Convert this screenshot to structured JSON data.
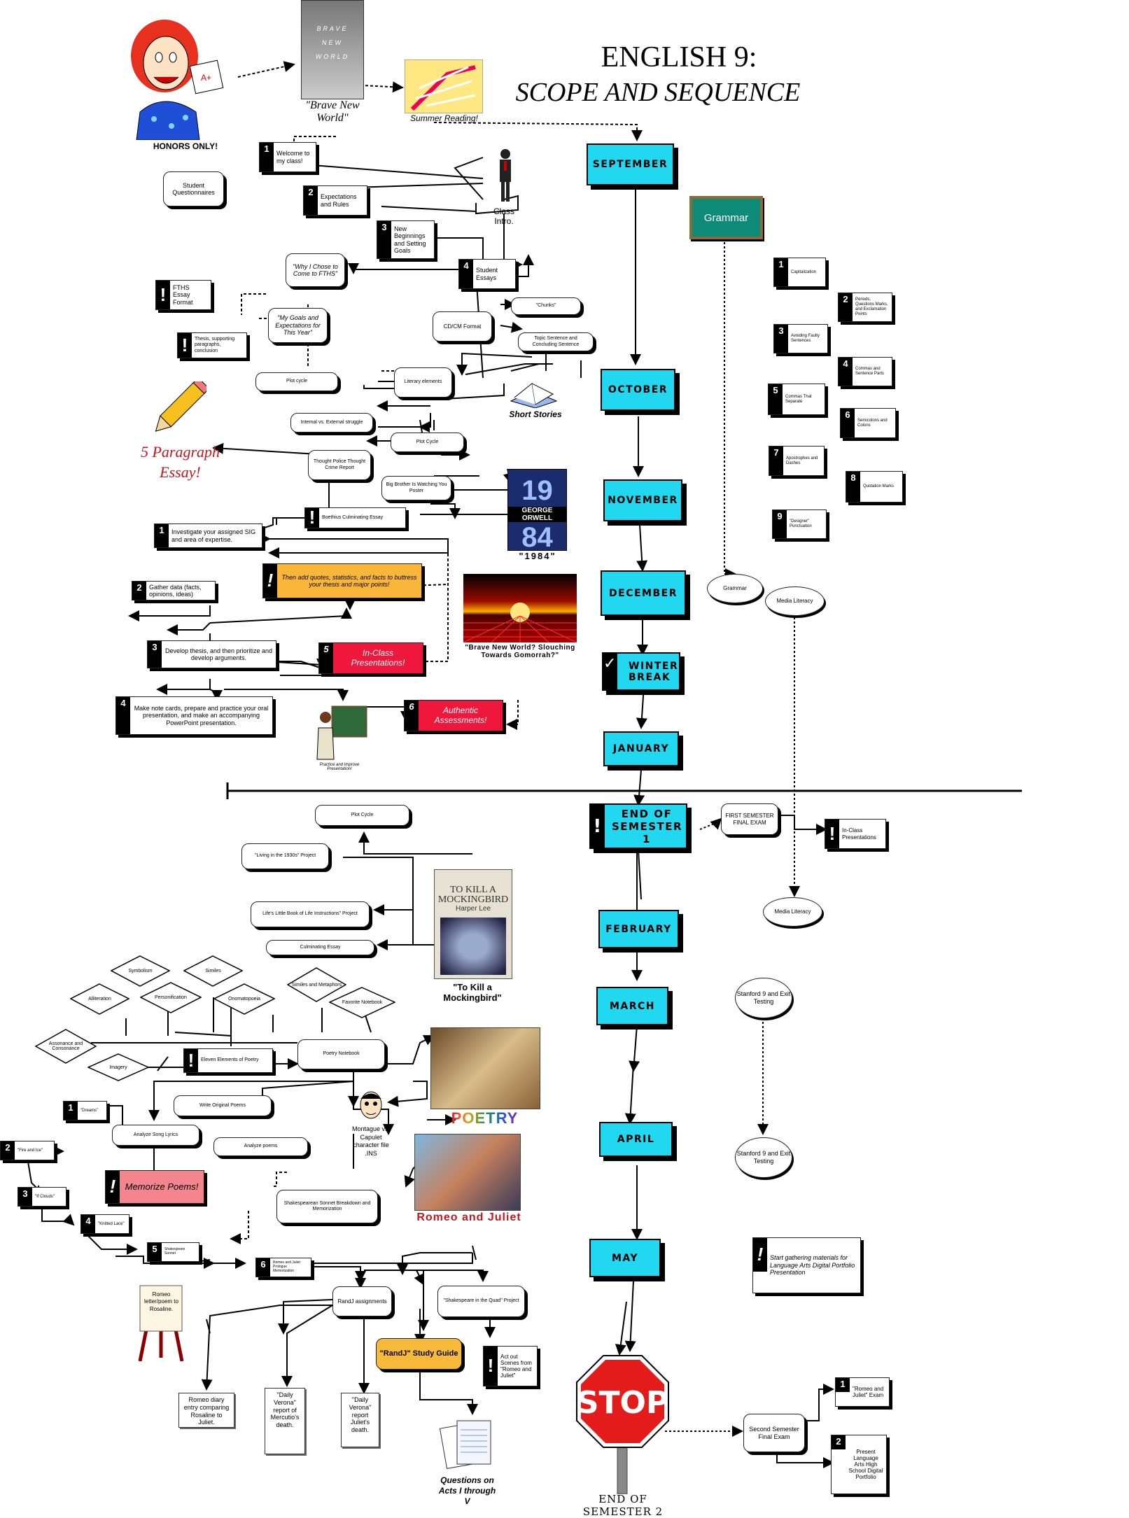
{
  "title": {
    "line1": "ENGLISH 9:",
    "line2": "SCOPE AND SEQUENCE"
  },
  "months": {
    "sep": "SEPTEMBER",
    "oct": "OCTOBER",
    "nov": "NOVEMBER",
    "dec": "DECEMBER",
    "winter": "WINTER BREAK",
    "jan": "JANUARY",
    "end1": "END OF SEMESTER 1",
    "feb": "FEBRUARY",
    "mar": "MARCH",
    "apr": "APRIL",
    "may": "MAY"
  },
  "top": {
    "honors": "HONORS ONLY!",
    "bnw_book": "\"Brave New World\"",
    "summer": "Summer Reading!",
    "class_intro": "Class Intro.",
    "welcome": "Welcome to my class!",
    "questionnaires": "Student Questionnaires",
    "expectations": "Expectations and Rules",
    "new_beginnings": "New Beginnings and Setting Goals",
    "student_essays": "Student Essays",
    "why_chose": "\"Why I Chose to Come to FTHS\"",
    "my_goals": "\"My Goals and Expectations for This Year\"",
    "fths_format": "FTHS Essay Format",
    "thesis": "Thesis, supporting paragraphs, conclusion",
    "cdcm": "CD/CM Format",
    "chunks": "\"Chunks\"",
    "topic_sentence": "Topic Sentence and Concluding Sentence",
    "lit_elements": "Literary elements",
    "plot_cycle1": "Plot cycle",
    "short_stories": "Short Stories",
    "internal": "Internal vs. External struggle",
    "plot_cycle2": "Plot Cycle",
    "thought_police": "Thought Police Thought Crime Report",
    "big_brother": "Big Brother Is Watching You Poster",
    "boethius": "Boethius Culminating Essay",
    "book_1984": "\"1984\"",
    "five_par": "5 Paragraph Essay!",
    "investigate": "Investigate your assigned SIG and area of expertise.",
    "gather": "Gather data (facts, opinions, ideas)",
    "then_add": "Then add quotes, statistics, and facts to buttress your thesis and major points!",
    "develop": "Develop thesis, and then prioritize and develop arguments.",
    "note_cards": "Make note cards, prepare and practice your oral presentation, and make an accompanying PowerPoint presentation.",
    "in_class": "In-Class Presentations!",
    "authentic": "Authentic Assessments!",
    "practice": "Practice and Improve Presentation!",
    "bnw_sodom": "\"Brave New World? Slouching Towards Gomorrah?\""
  },
  "grammar": {
    "board": "Grammar",
    "items": [
      "Capitalization",
      "Periods, Questions Marks, and Exclamation Points",
      "Avoiding Faulty Sentences",
      "Commas and Sentence Parts",
      "Commas That Separate",
      "Semicolons and Colons",
      "Apostrophes and Dashes",
      "Quotation Marks",
      "\"Designer\" Punctuation"
    ],
    "oval_grammar": "Grammar",
    "oval_media1": "Media Literacy",
    "oval_media2": "Media Literacy"
  },
  "sem1": {
    "final_exam": "FIRST SEMESTER FINAL EXAM",
    "in_class2": "In-Class Presentations"
  },
  "tkam": {
    "plot_cycle": "Plot Cycle",
    "living": "\"Living in the 1930s\" Project",
    "little_book": "Life's Little Book of Life Instructions\" Project",
    "culminating": "Culminating Essay",
    "book": "\"To Kill a Mockingbird\""
  },
  "poetry": {
    "diamonds": [
      "Symbolism",
      "Similes",
      "Alliteration",
      "Personification",
      "Onomatopoeia",
      "Similes and Metaphors",
      "Favorite Notebook",
      "Assonance and Consonance",
      "Imagery"
    ],
    "elements": "Eleven Elements of Poetry",
    "notebook": "Poetry Notebook",
    "write_original": "Write Original Poems",
    "analyze_song": "Analyze Song Lyrics",
    "analyze_poems": "Analyze poems",
    "memorize": "Memorize Poems!",
    "label": "POETRY",
    "memorize_list": [
      "\"Dreams\"",
      "\"Fire and Ice\"",
      "\"If Clouds\"",
      "\"Knitted Lace\"",
      "Shakespeare Sonnet",
      "Romeo and Juliet Prologue Memorization"
    ]
  },
  "rj": {
    "montague": "Montague vs. Capulet character file .INS",
    "label": "Romeo and Juliet",
    "sonnet_breakdown": "Shakespearean Sonnet Breakdown and Memorization",
    "assignments": "RandJ assignments",
    "shakespeare_quad": "\"Shakespeare in the Quad\" Project",
    "study_guide": "\"RandJ\" Study Guide",
    "act_out": "Act out Scenes from \"Romeo and Juliet\"",
    "letter": "Romeo letter/poem to Rosaline.",
    "diary": "Romeo diary entry comparing Rosaline to Juliet.",
    "daily1": "\"Daily Verona\" report of Mercutio's death.",
    "daily2": "\"Daily Verona\" report Juliet's death.",
    "questions": "Questions on Acts I through V"
  },
  "sem2": {
    "stanford1": "Stanford 9 and Exit Testing",
    "stanford2": "Stanford 9 and Exit Testing",
    "portfolio": "Start gathering materials for Language Arts Digital Portfolio Presentation",
    "stop": "STOP",
    "end2": "END OF SEMESTER 2",
    "second_final": "Second Semester Final Exam",
    "rj_exam": "\"Romeo and Juliet\" Exam",
    "present": "Present Language Arts High School Digital Portfolio"
  },
  "colors": {
    "month": "#22d8f0",
    "alert_orange": "#f9b63a",
    "alert_red": "#f0173d",
    "memorize": "#f4848e",
    "study_guide": "#f7b93a",
    "grammar_board": "#0e8a78"
  }
}
